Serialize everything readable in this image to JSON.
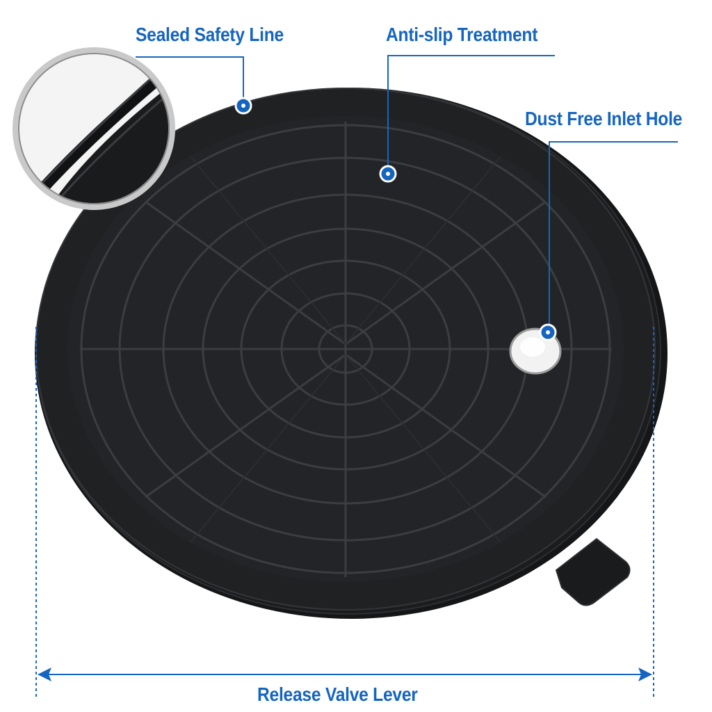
{
  "callouts": {
    "sealed_safety_line": "Sealed Safety Line",
    "anti_slip_treatment": "Anti-slip Treatment",
    "dust_free_inlet_hole": "Dust Free Inlet Hole",
    "release_valve_lever": "Release Valve Lever"
  },
  "colors": {
    "accent": "#1565c0",
    "pad": "#1e1f21",
    "groove": "#3a3b3e",
    "background": "#ffffff"
  }
}
